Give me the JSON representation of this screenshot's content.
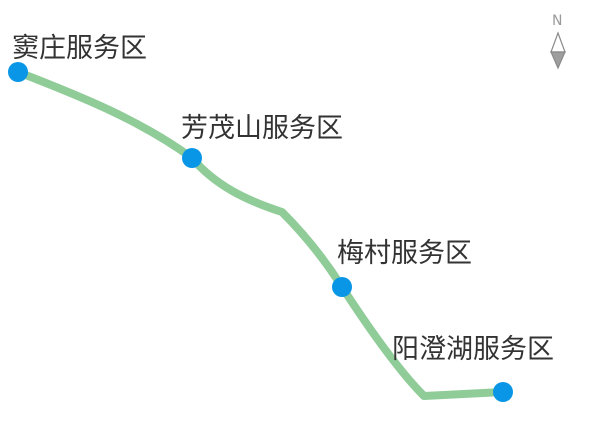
{
  "map": {
    "route_color": "#8fcc98",
    "station_color": "#0a96e6",
    "label_color": "#333333",
    "stations": [
      {
        "name": "窦庄服务区"
      },
      {
        "name": "芳茂山服务区"
      },
      {
        "name": "梅村服务区"
      },
      {
        "name": "阳澄湖服务区"
      }
    ],
    "compass": {
      "letter": "N",
      "icon": "north-arrow-icon"
    }
  }
}
